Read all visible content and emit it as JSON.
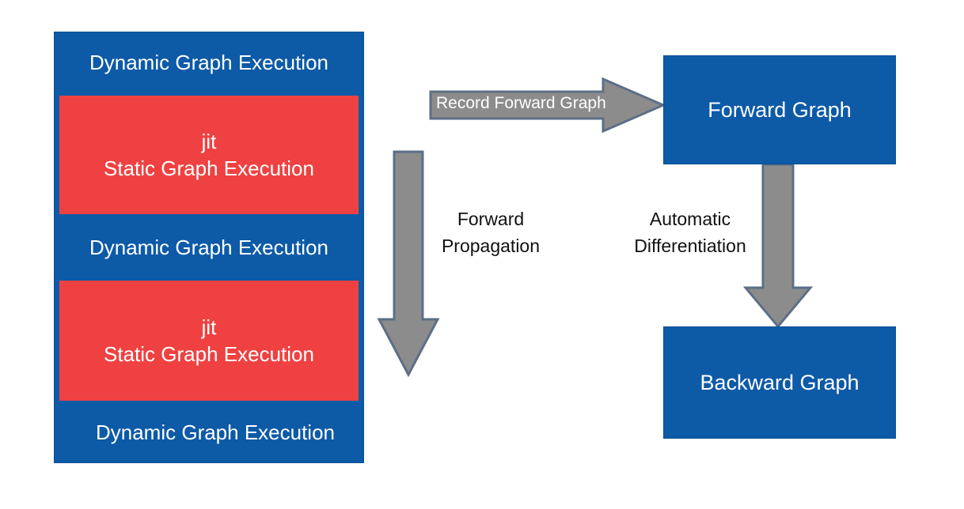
{
  "execution_stack": {
    "layers": [
      {
        "type": "dynamic",
        "label": "Dynamic Graph Execution"
      },
      {
        "type": "jit",
        "line1": "jit",
        "line2": "Static Graph Execution"
      },
      {
        "type": "dynamic",
        "label": "Dynamic Graph Execution"
      },
      {
        "type": "jit",
        "line1": "jit",
        "line2": "Static Graph Execution"
      },
      {
        "type": "dynamic",
        "label": "Dynamic Graph Execution"
      }
    ]
  },
  "arrows": {
    "record": "Record Forward Graph",
    "forward_line1": "Forward",
    "forward_line2": "Propagation",
    "autodiff_line1": "Automatic",
    "autodiff_line2": "Differentiation"
  },
  "graphs": {
    "forward": "Forward Graph",
    "backward": "Backward Graph"
  },
  "colors": {
    "blue": "#0d5aa7",
    "red": "#ef4141",
    "arrow_gray": "#8c8c8c",
    "arrow_border": "#5c6f86"
  }
}
